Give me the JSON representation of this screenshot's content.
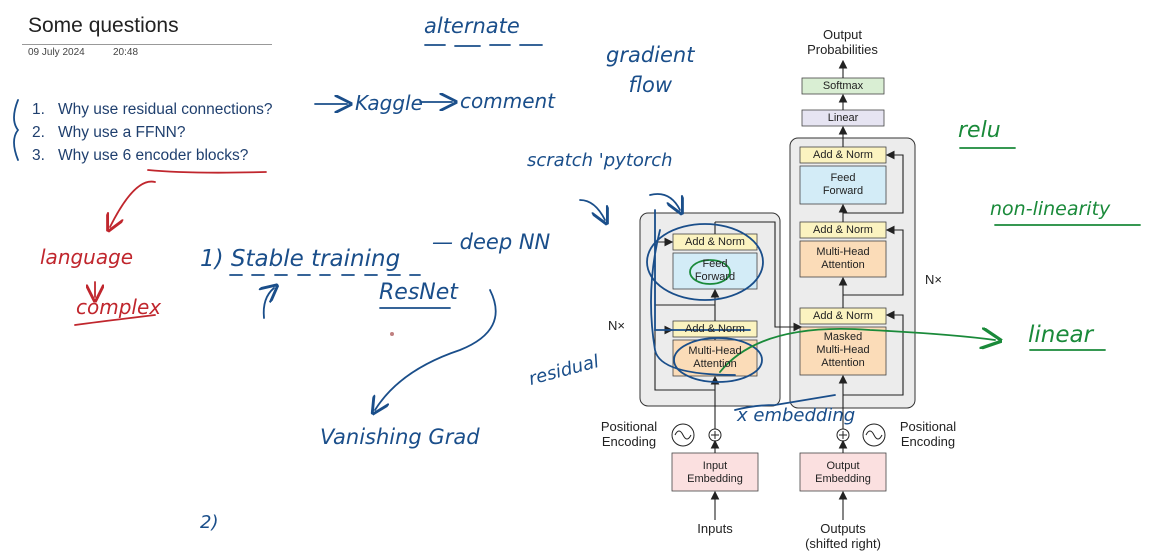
{
  "header": {
    "title": "Some questions",
    "date": "09 July 2024",
    "time": "20:48"
  },
  "questions": [
    {
      "num": "1.",
      "text": "Why use residual connections?"
    },
    {
      "num": "2.",
      "text": "Why use a FFNN?"
    },
    {
      "num": "3.",
      "text": "Why use 6 encoder blocks?"
    }
  ],
  "diagram": {
    "output_probabilities": "Output\nProbabilities",
    "softmax": "Softmax",
    "linear": "Linear",
    "add_norm": "Add & Norm",
    "feed_forward": "Feed\nForward",
    "multi_head_attention": "Multi-Head\nAttention",
    "masked_multi_head_attention": "Masked\nMulti-Head\nAttention",
    "nx": "N×",
    "positional_encoding": "Positional\nEncoding",
    "input_embedding": "Input\nEmbedding",
    "output_embedding": "Output\nEmbedding",
    "inputs": "Inputs",
    "outputs": "Outputs\n(shifted right)",
    "colors": {
      "softmax": "#d9eed3",
      "linear": "#e6e4f2",
      "add_norm": "#fbf3c0",
      "feed_forward": "#d3ecf7",
      "attention": "#fbdcb8",
      "embedding": "#fbe0e0",
      "block": "#ececec"
    }
  },
  "handwriting": {
    "alternate": "alternate",
    "gradient_flow": "gradient\nflow",
    "kaggle": "Kaggle",
    "comment": "comment",
    "scratch_pytorch": "scratch 'pytorch",
    "relu": "relu",
    "non_linearity": "non-linearity",
    "linear": "linear",
    "language": "language",
    "complex": "complex",
    "stable_training": "1) Stable training",
    "deep_nn": "— deep NN",
    "resnet": "ResNet",
    "vanishing_grad": "Vanishing Grad",
    "residual": "residual",
    "x_embedding": "x embedding",
    "two": "2)",
    "colors": {
      "blue": "#1a4e8a",
      "red": "#c0262d",
      "green": "#1a8a3a"
    }
  }
}
